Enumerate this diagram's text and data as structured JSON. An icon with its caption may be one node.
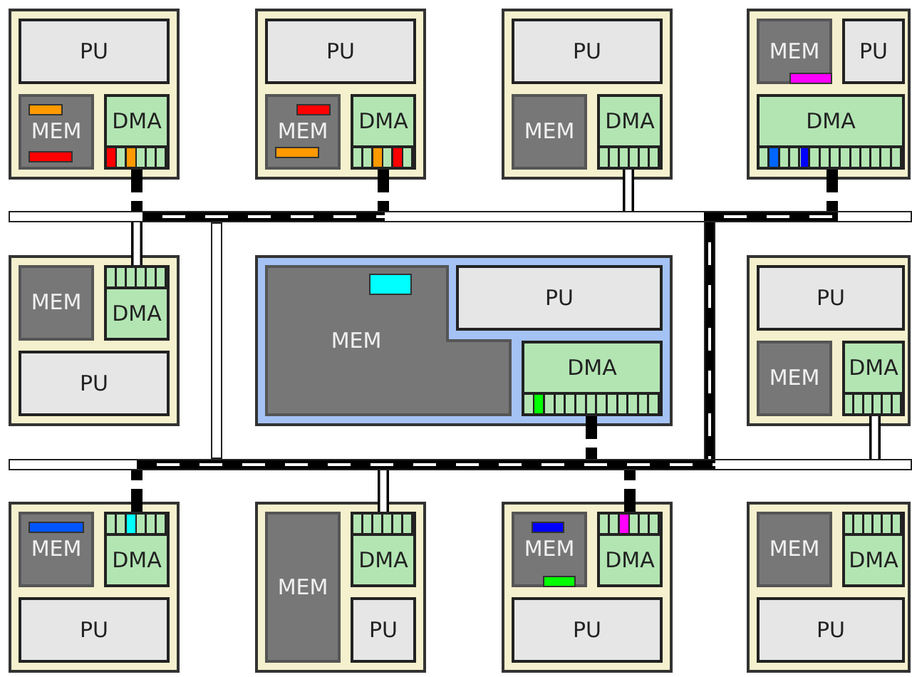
{
  "diagram": {
    "nodes": [
      {
        "text": [],
        "shape": "box"
      },
      {
        "text": [
          "PU"
        ],
        "in": 0
      },
      {
        "text": [
          "MEM"
        ],
        "in": 0
      },
      {
        "text": [
          "DMA"
        ],
        "in": 0
      },
      {
        "text": [],
        "shape": "box"
      },
      {
        "text": [
          "PU"
        ],
        "in": 4
      },
      {
        "text": [
          "MEM"
        ],
        "in": 4
      },
      {
        "text": [
          "DMA"
        ],
        "in": 4
      },
      {
        "text": [],
        "shape": "box"
      },
      {
        "text": [
          "PU"
        ],
        "in": 8
      },
      {
        "text": [
          "MEM"
        ],
        "in": 8
      },
      {
        "text": [
          "DMA"
        ],
        "in": 8
      },
      {
        "text": [],
        "shape": "box"
      },
      {
        "text": [
          "MEM"
        ],
        "in": 12
      },
      {
        "text": [
          "PU"
        ],
        "in": 12
      },
      {
        "text": [
          "DMA"
        ],
        "in": 12
      },
      {
        "text": [],
        "shape": "bar"
      },
      {
        "text": [],
        "shape": "box"
      },
      {
        "text": [
          "MEM"
        ],
        "in": 17
      },
      {
        "text": [
          "DMA"
        ],
        "in": 17
      },
      {
        "text": [
          "PU"
        ],
        "in": 17
      },
      {
        "text": [],
        "shape": "bar"
      },
      {
        "text": [],
        "shape": "box"
      },
      {
        "text": [
          "MEM"
        ],
        "in": 22
      },
      {
        "text": [
          "PU"
        ],
        "in": 22
      },
      {
        "text": [
          "DMA"
        ],
        "in": 22
      },
      {
        "text": [],
        "shape": "bar"
      },
      {
        "text": [],
        "shape": "box"
      },
      {
        "text": [
          "PU"
        ],
        "in": 27
      },
      {
        "text": [
          "MEM"
        ],
        "in": 27
      },
      {
        "text": [
          "DMA"
        ],
        "in": 27
      },
      {
        "text": [],
        "shape": "bar"
      },
      {
        "text": [],
        "shape": "box"
      },
      {
        "text": [
          "MEM"
        ],
        "in": 32
      },
      {
        "text": [
          "DMA"
        ],
        "in": 32
      },
      {
        "text": [
          "PU"
        ],
        "in": 32
      },
      {
        "text": [],
        "shape": "box"
      },
      {
        "text": [
          "MEM"
        ],
        "in": 36
      },
      {
        "text": [
          "DMA"
        ],
        "in": 36
      },
      {
        "text": [
          "PU"
        ],
        "in": 36
      },
      {
        "text": [],
        "shape": "box"
      },
      {
        "text": [
          "MEM"
        ],
        "in": 40
      },
      {
        "text": [
          "DMA"
        ],
        "in": 40
      },
      {
        "text": [
          "PU"
        ],
        "in": 40
      },
      {
        "text": [],
        "shape": "box"
      },
      {
        "text": [
          "MEM"
        ],
        "in": 44
      },
      {
        "text": [
          "DMA"
        ],
        "in": 44
      },
      {
        "text": [
          "PU"
        ],
        "in": 44
      }
    ],
    "edges": [
      {
        "from": 3,
        "to": 16,
        "arrow": "none",
        "style": "dashed"
      },
      {
        "from": 7,
        "to": 16,
        "arrow": "none",
        "style": "dashed"
      },
      {
        "from": 11,
        "to": 16,
        "arrow": "none"
      },
      {
        "from": 15,
        "to": 16,
        "arrow": "none",
        "style": "dashed"
      },
      {
        "from": 19,
        "to": 16,
        "arrow": "none"
      },
      {
        "from": 25,
        "to": 31,
        "arrow": "none",
        "style": "dashed"
      },
      {
        "from": 30,
        "to": 31,
        "arrow": "none"
      },
      {
        "from": 34,
        "to": 31,
        "arrow": "none",
        "style": "dashed"
      },
      {
        "from": 38,
        "to": 31,
        "arrow": "none"
      },
      {
        "from": 42,
        "to": 31,
        "arrow": "none",
        "style": "dashed"
      }
    ]
  }
}
